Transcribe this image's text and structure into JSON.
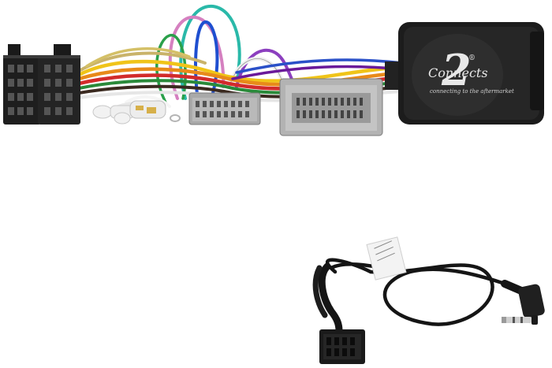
{
  "product": {
    "brand_logo_text": "Connects",
    "brand_logo_number": "2",
    "brand_logo_mark": "®",
    "brand_tagline": "connecting to the aftermarket"
  },
  "colors": {
    "background": "#ffffff",
    "interface_box": "#1c1c1c",
    "iso_connector": "#222222",
    "grey_connector": "#9a9a9a",
    "patch_cable": "#111111"
  },
  "icons": [
    "iso-connector-icon",
    "grey-harness-plug-icon",
    "ring-terminal-icon",
    "interface-box-icon",
    "3.5mm-jack-icon",
    "molex-plug-icon"
  ]
}
